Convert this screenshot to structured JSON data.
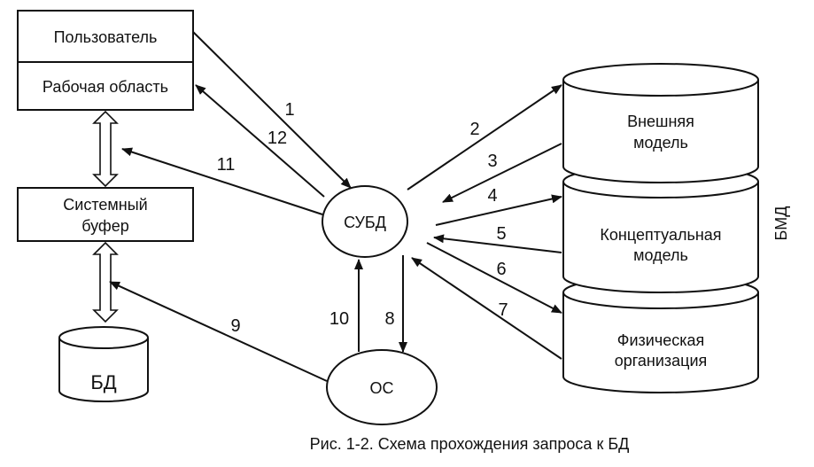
{
  "diagram": {
    "boxes": {
      "user": "Пользователь",
      "workspace": "Рабочая область",
      "sysbuf_line1": "Системный",
      "sysbuf_line2": "буфер"
    },
    "nodes": {
      "dbms": "СУБД",
      "os": "ОС",
      "db": "БД"
    },
    "models": {
      "external_line1": "Внешняя",
      "external_line2": "модель",
      "conceptual_line1": "Концептуальная",
      "conceptual_line2": "модель",
      "physical_line1": "Физическая",
      "physical_line2": "организация"
    },
    "side_label": "БМД",
    "arrows": [
      "1",
      "2",
      "3",
      "4",
      "5",
      "6",
      "7",
      "8",
      "9",
      "10",
      "11",
      "12"
    ]
  },
  "caption": "Рис. 1-2. Схема прохождения запроса к БД"
}
